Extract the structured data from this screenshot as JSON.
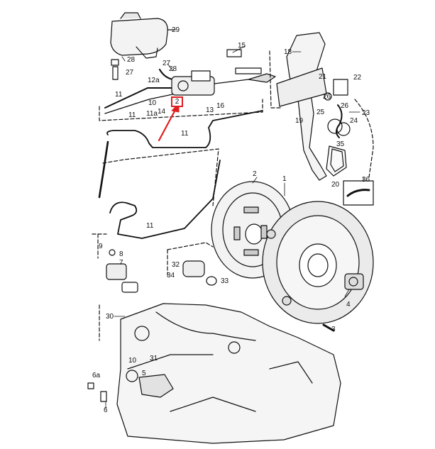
{
  "diagram": {
    "highlight_color": "#e01f1f",
    "highlighted_part": "2",
    "callouts": {
      "c29": "29",
      "c28": "28",
      "c27a": "27",
      "c27b": "27",
      "c28b": "28",
      "c12a": "12a",
      "c11a": "11",
      "c10": "10",
      "c14": "14",
      "c11b": "11",
      "c11c": "11a",
      "c13": "13",
      "c16": "16",
      "c15": "15",
      "c18": "18",
      "c21": "21",
      "c22": "22",
      "c26": "26",
      "c26b": "26",
      "c25": "25",
      "c23": "23",
      "c19": "19",
      "c24": "24",
      "c35": "35",
      "c36": "36",
      "c20": "20",
      "c11d": "11",
      "c2": "2",
      "c1": "1",
      "c11e": "11",
      "c9": "9",
      "c8": "8",
      "c7": "7",
      "c32": "32",
      "c34": "34",
      "c33": "33",
      "c4": "4",
      "c3": "3",
      "c30": "30",
      "c31": "31",
      "c10b": "10",
      "c5": "5",
      "c6a": "6a",
      "c6": "6"
    }
  }
}
